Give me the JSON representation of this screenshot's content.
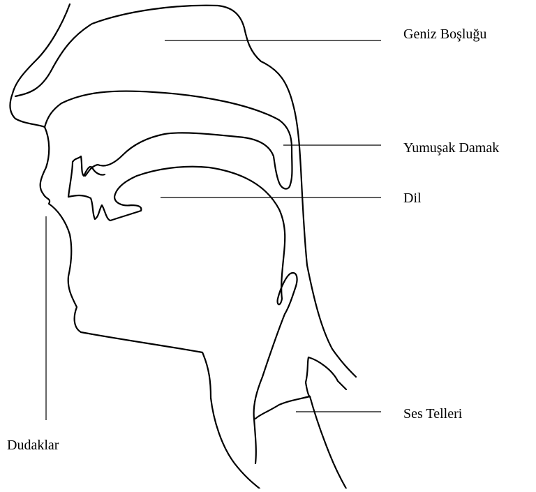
{
  "labels": {
    "nasal_cavity": "Geniz Boşluğu",
    "soft_palate": "Yumuşak Damak",
    "tongue": "Dil",
    "vocal_cords": "Ses Telleri",
    "lips": "Dudaklar"
  },
  "colors": {
    "line": "#000000",
    "background": "#ffffff"
  }
}
